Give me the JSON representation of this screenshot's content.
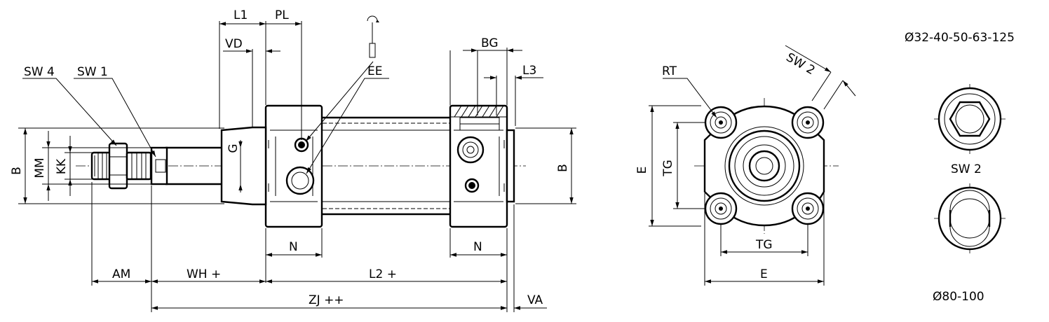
{
  "labels": {
    "l1": "L1",
    "pl": "PL",
    "vd": "VD",
    "sw4": "SW 4",
    "sw1": "SW 1",
    "ee": "EE",
    "bg": "BG",
    "l3": "L3",
    "b_left": "B",
    "mm": "MM",
    "kk": "KK",
    "g": "G",
    "b_right": "B",
    "n_left": "N",
    "n_right": "N",
    "am": "AM",
    "wh": "WH +",
    "l2": "L2 +",
    "zj": "ZJ ++",
    "va": "VA",
    "rt": "RT",
    "sw2_front": "SW 2",
    "e_vert": "E",
    "tg_vert": "TG",
    "tg_horiz": "TG",
    "e_horiz": "E",
    "sizes_small": "Ø32-40-50-63-125",
    "sw2_detail": "SW 2",
    "sizes_large": "Ø80-100"
  }
}
